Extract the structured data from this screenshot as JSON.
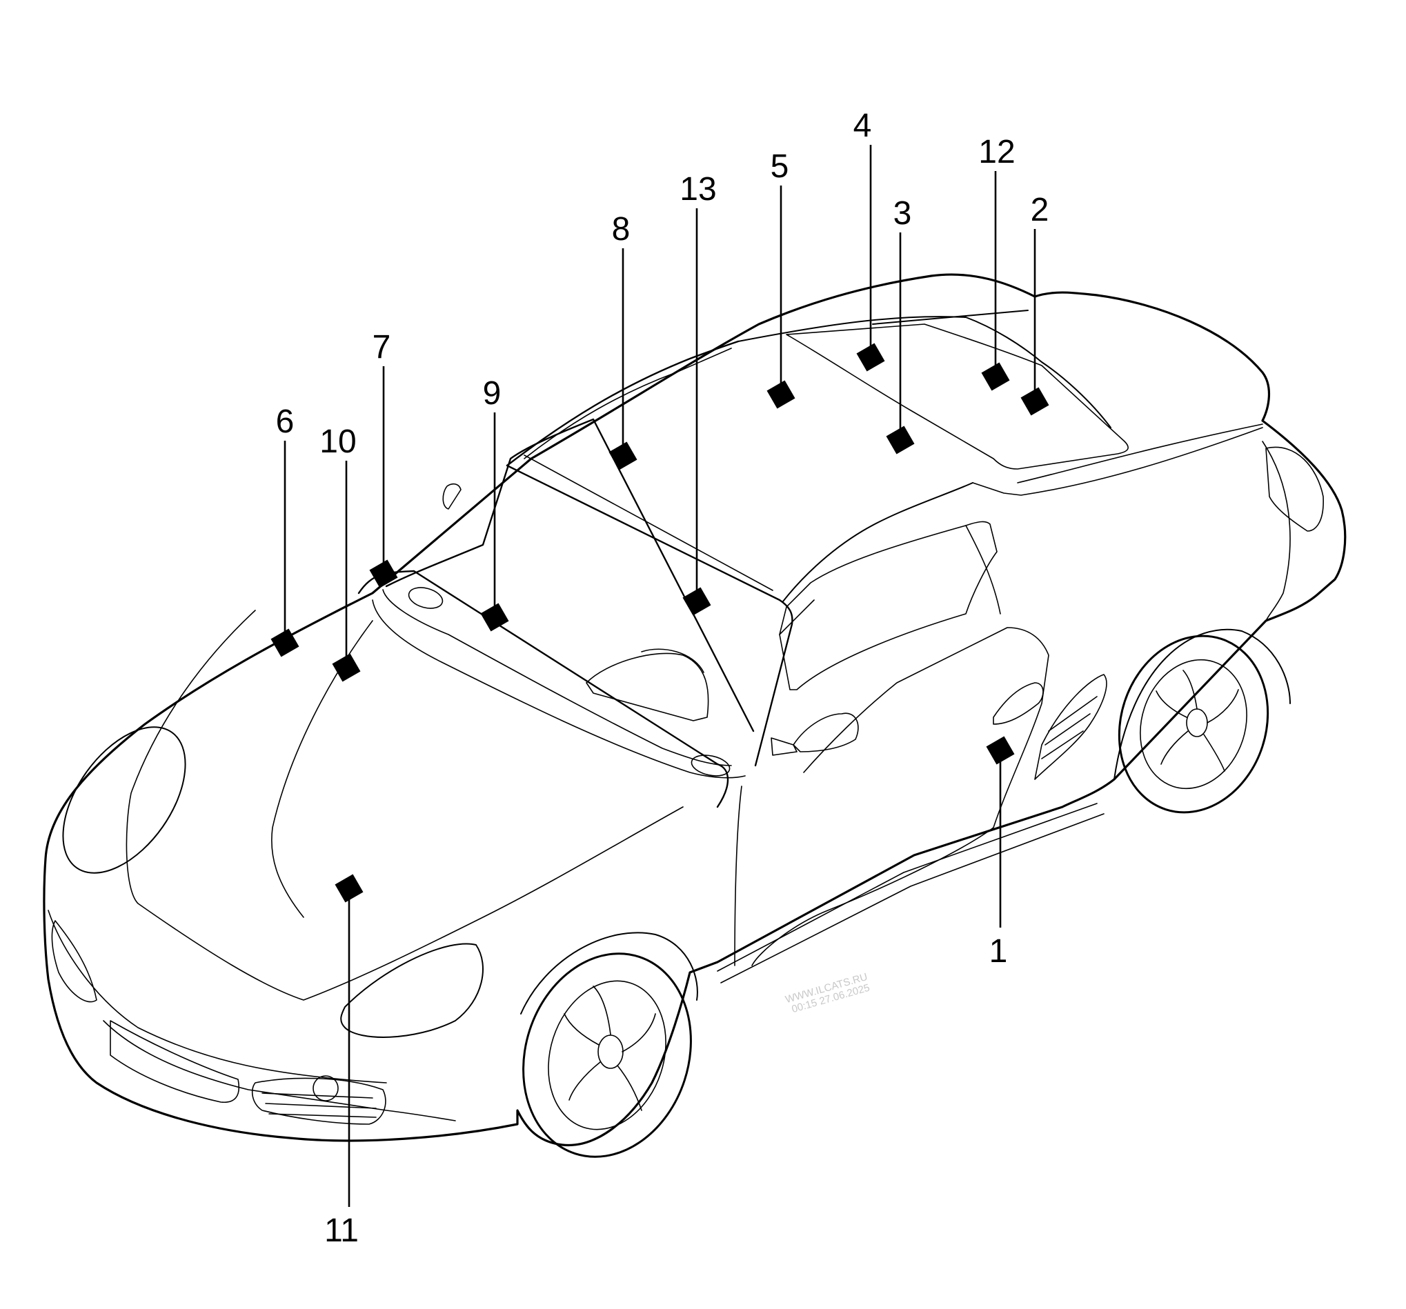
{
  "diagram": {
    "callouts": [
      {
        "id": "1",
        "label": "1"
      },
      {
        "id": "2",
        "label": "2"
      },
      {
        "id": "3",
        "label": "3"
      },
      {
        "id": "4",
        "label": "4"
      },
      {
        "id": "5",
        "label": "5"
      },
      {
        "id": "6",
        "label": "6"
      },
      {
        "id": "7",
        "label": "7"
      },
      {
        "id": "8",
        "label": "8"
      },
      {
        "id": "9",
        "label": "9"
      },
      {
        "id": "10",
        "label": "10"
      },
      {
        "id": "11",
        "label": "11"
      },
      {
        "id": "12",
        "label": "12"
      },
      {
        "id": "13",
        "label": "13"
      }
    ],
    "watermark": {
      "line1": "WWW.ILCATS.RU",
      "line2": "00:15 27.06.2025"
    },
    "colors": {
      "line": "#000000",
      "marker": "#000000",
      "watermark": "#c8c8c8",
      "background": "#ffffff"
    }
  }
}
